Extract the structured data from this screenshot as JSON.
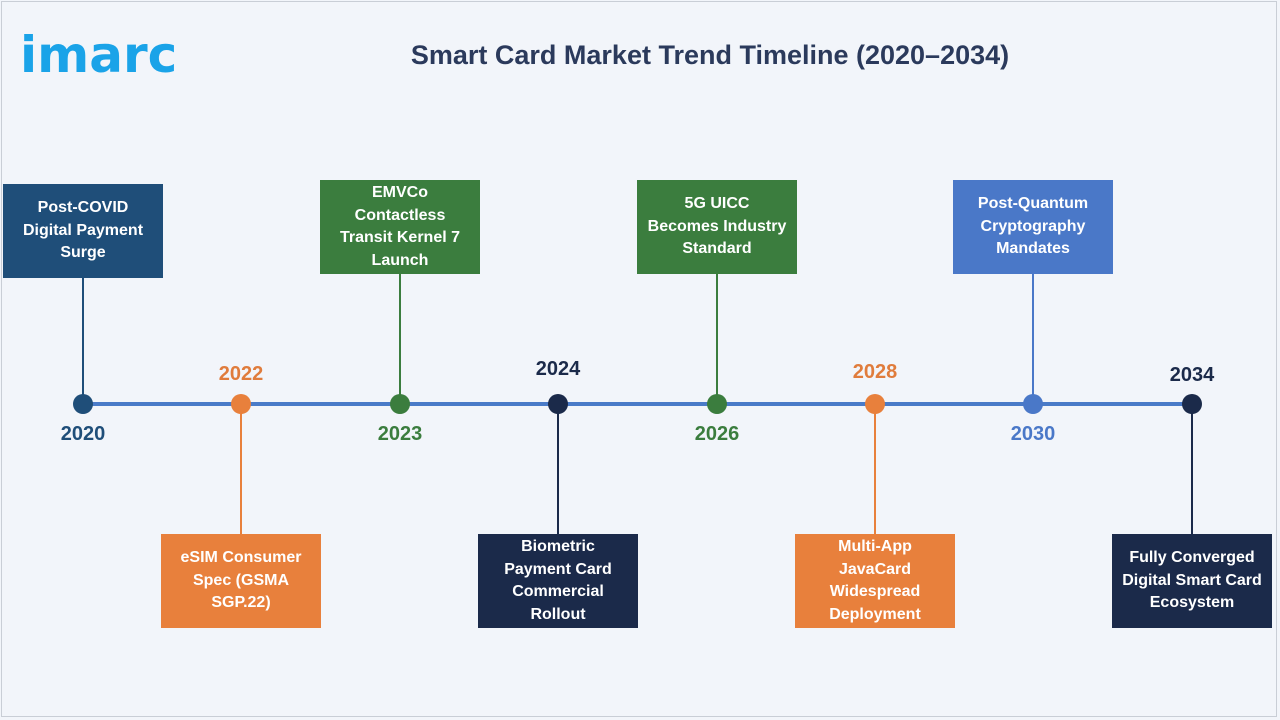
{
  "header": {
    "logo_text": "imarc",
    "title": "Smart Card Market Trend Timeline (2020–2034)"
  },
  "colors": {
    "axis": "#4a7bc8",
    "navy_light": "#1f4e79",
    "orange": "#e8803c",
    "green": "#3b7d3e",
    "navy_dark": "#1b2a4a",
    "blue": "#4a78c8",
    "logo_blue": "#1aa3e8",
    "title": "#2b3a5c"
  },
  "events": [
    {
      "year": "2020",
      "label": "Post-COVID Digital Payment Surge",
      "color": "#1f4e79",
      "year_color": "#1f4e79",
      "position": "above"
    },
    {
      "year": "2022",
      "label": "eSIM Consumer Spec (GSMA SGP.22)",
      "color": "#e8803c",
      "year_color": "#e07c3c",
      "position": "below"
    },
    {
      "year": "2023",
      "label": "EMVCo Contactless Transit Kernel 7 Launch",
      "color": "#3b7d3e",
      "year_color": "#3b7d3e",
      "position": "above"
    },
    {
      "year": "2024",
      "label": "Biometric Payment Card Commercial Rollout",
      "color": "#1b2a4a",
      "year_color": "#1b2a4a",
      "position": "below"
    },
    {
      "year": "2026",
      "label": "5G UICC Becomes Industry Standard",
      "color": "#3b7d3e",
      "year_color": "#3b7d3e",
      "position": "above"
    },
    {
      "year": "2028",
      "label": "Multi-App JavaCard Widespread Deployment",
      "color": "#e8803c",
      "year_color": "#e07c3c",
      "position": "below"
    },
    {
      "year": "2030",
      "label": "Post-Quantum Cryptography Mandates",
      "color": "#4a78c8",
      "year_color": "#4a78c8",
      "position": "above"
    },
    {
      "year": "2034",
      "label": "Fully Converged Digital Smart Card Ecosystem",
      "color": "#1b2a4a",
      "year_color": "#1b2a4a",
      "position": "below"
    }
  ]
}
